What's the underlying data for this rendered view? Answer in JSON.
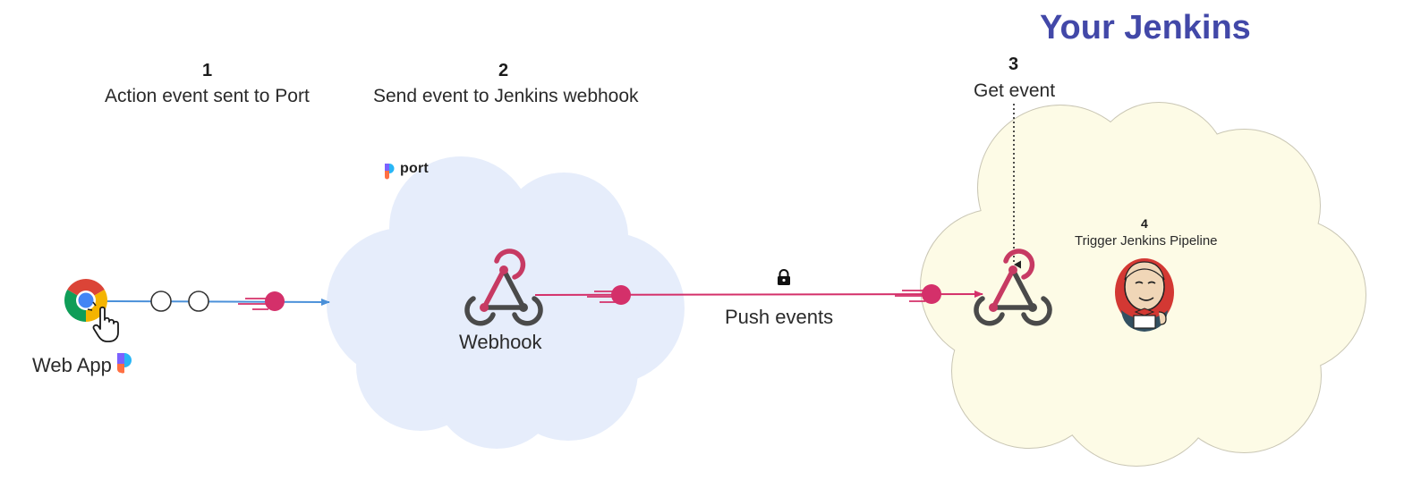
{
  "title": "Your Jenkins",
  "steps": [
    {
      "num": "1",
      "label": "Action event sent to Port"
    },
    {
      "num": "2",
      "label": "Send event to Jenkins webhook"
    },
    {
      "num": "3",
      "label": "Get event"
    },
    {
      "num": "4",
      "label": "Trigger Jenkins Pipeline"
    }
  ],
  "nodes": {
    "web_app": "Web App",
    "port_brand": "port",
    "webhook": "Webhook",
    "push_events": "Push events"
  },
  "colors": {
    "title": "#4248a8",
    "port_cloud": "#e6edfb",
    "jenkins_cloud": "#fdfbe6",
    "event_pink": "#d4306a",
    "arrow_blue": "#4a90d9",
    "webhook_dark": "#4a4a4a"
  },
  "icons": [
    "chrome-icon",
    "cursor-hand-icon",
    "port-logo-icon",
    "webhook-icon",
    "lock-icon",
    "jenkins-icon"
  ]
}
